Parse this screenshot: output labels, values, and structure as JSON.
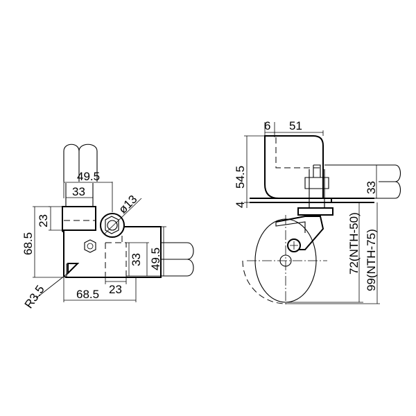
{
  "dimensions": {
    "left_view": {
      "d_49_5_top": "49.5",
      "d_33_top": "33",
      "d_23_left": "23",
      "d_68_5_left": "68.5",
      "d_dia_13": "ø13",
      "d_33_right": "33",
      "d_49_5_right": "49.5",
      "d_23_bottom": "23",
      "d_68_5_bottom": "68.5",
      "d_r3_5": "R3.5"
    },
    "right_view": {
      "d_6": "6",
      "d_51": "51",
      "d_54_5": "54.5",
      "d_4": "4",
      "d_33": "33",
      "d_72_nth50": "72(NTH-50)",
      "d_99_nth75": "99(NTH-75)"
    }
  }
}
